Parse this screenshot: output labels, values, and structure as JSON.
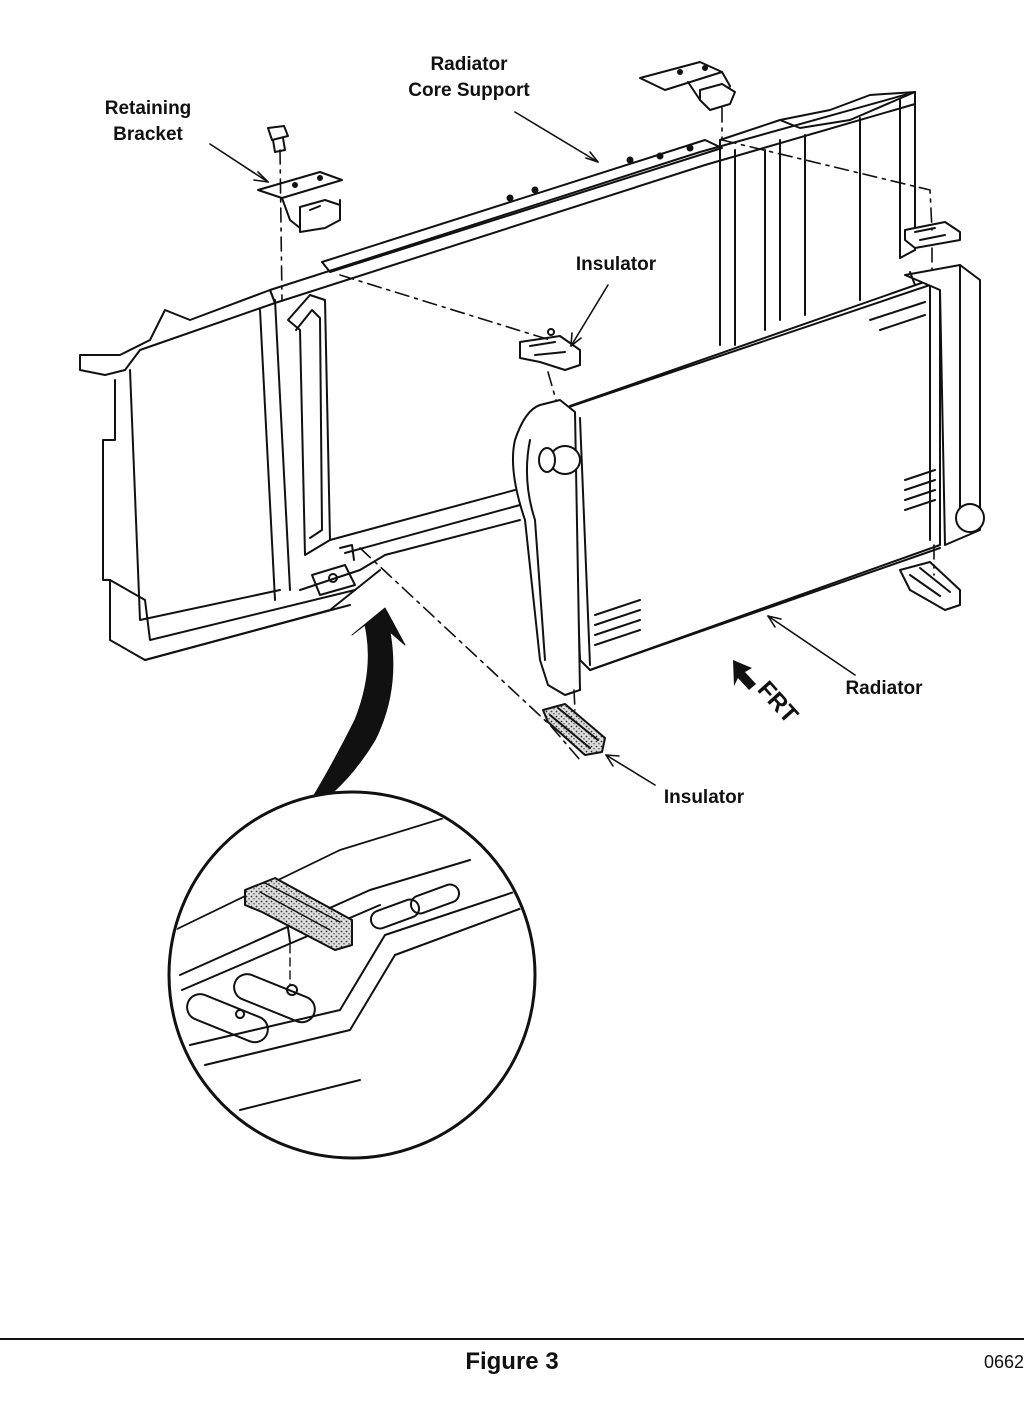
{
  "labels": {
    "retaining_bracket_line1": "Retaining",
    "retaining_bracket_line2": "Bracket",
    "core_support_line1": "Radiator",
    "core_support_line2": "Core Support",
    "insulator_upper": "Insulator",
    "insulator_lower": "Insulator",
    "radiator": "Radiator",
    "front_direction": "FRT"
  },
  "caption": "Figure 3",
  "figure_code": "0662"
}
